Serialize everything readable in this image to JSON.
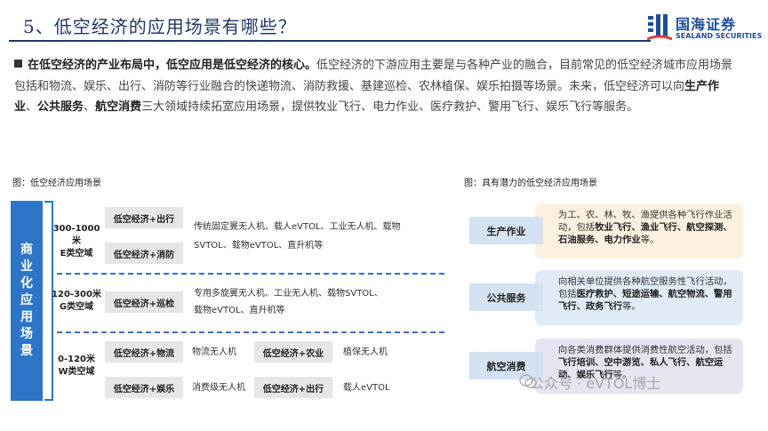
{
  "header": {
    "title": "5、低空经济的应用场景有哪些？",
    "logo_cn": "国海证券",
    "logo_en": "SEALAND SECURITIES"
  },
  "intro": {
    "lead": "在低空经济的产业布局中，低空应用是低空经济的核心。",
    "text_1": "低空经济的下游应用主要是与各种产业的融合，目前常见的低空经济城市应用场景包括和物流、娱乐、出行、消防等行业融合的快递物流、消防救援、基建巡检、农林植保、娱乐拍摄等场景。未来，低空经济可以向",
    "bold_1": "生产作业",
    "sep_1": "、",
    "bold_2": "公共服务",
    "sep_2": "、",
    "bold_3": "航空消费",
    "text_2": "三大领域持续拓宽应用场景，提供牧业飞行、电力作业、医疗救护、警用飞行、娱乐飞行等服务。"
  },
  "left_figure": {
    "caption": "图：低空经济应用场景",
    "vertical_label": [
      "商",
      "业",
      "化",
      "应",
      "用",
      "场",
      "景"
    ],
    "tiers": [
      {
        "range": "300-1000米",
        "name": "E类空域"
      },
      {
        "range": "120-300米",
        "name": "G类空域"
      },
      {
        "range": "0-120米",
        "name": "W类空域"
      }
    ],
    "scenarios": {
      "e_travel": "低空经济+出行",
      "e_travel_desc_1": "传统固定翼无人机、载人eVTOL、工业无人机、载物",
      "e_travel_desc_2": "SVTOL、载物eVTOL、直升机等",
      "e_fire": "低空经济+消防",
      "g_patrol": "低空经济+巡检",
      "g_patrol_desc_1": "专用多旋翼无人机、工业无人机、载物SVTOL、",
      "g_patrol_desc_2": "载物eVTOL、直升机等",
      "w_logistics": "低空经济+物流",
      "w_logistics_desc": "物流无人机",
      "w_agri": "低空经济+农业",
      "w_agri_desc": "植保无人机",
      "w_ent": "低空经济+娱乐",
      "w_ent_desc": "消费级无人机",
      "w_travel": "低空经济+出行",
      "w_travel_desc": "载人eVTOL"
    }
  },
  "right_figure": {
    "caption": "图：具有潜力的低空经济应用场景",
    "items": [
      {
        "label": "生产作业",
        "pre": "为工、农、林、牧、渔提供各种飞行作业活动，包括",
        "bold": "牧业飞行、渔业飞行、航空探测、石油服务、电力作业",
        "post": "等。",
        "bg": "#fdf0e0"
      },
      {
        "label": "公共服务",
        "pre": "向相关单位提供各种航空服务性飞行活动，包括",
        "bold": "医疗救护、短途运输、航空物流、警用飞行、政务飞行",
        "post": "等。",
        "bg": "#e1ebf7"
      },
      {
        "label": "航空消费",
        "pre": "向各类消费群体提供消费性航空活动，包括",
        "bold": "飞行培训、空中游览、私人飞行、航空运动、娱乐飞行",
        "post": "等。",
        "bg": "#e6e4f1"
      }
    ]
  },
  "watermark": "公众号 · eVTOL博士",
  "colors": {
    "title": "#1f3864",
    "accent_blue": "#2e75c7",
    "logo": "#1c4e9c"
  }
}
